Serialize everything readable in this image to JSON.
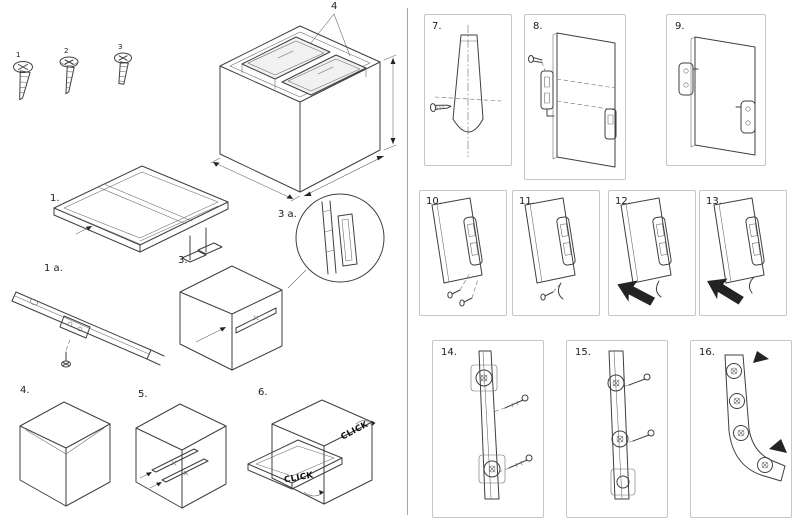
{
  "sheet": {
    "background": "#ffffff",
    "line_color": "#3f3f3f",
    "divider_color": "#a6a6a6"
  },
  "fasteners": {
    "items": [
      {
        "label": "1",
        "name": "countersunk-screw"
      },
      {
        "label": "2",
        "name": "pan-head-screw"
      },
      {
        "label": "3",
        "name": "euro-screw"
      }
    ]
  },
  "assembly": {
    "callout": "4"
  },
  "steps": {
    "s1": {
      "label": "1."
    },
    "s1a": {
      "label": "1 a."
    },
    "s3": {
      "label": "3."
    },
    "s3a": {
      "label": "3 a."
    },
    "s4": {
      "label": "4."
    },
    "s5": {
      "label": "5."
    },
    "s6": {
      "label": "6.",
      "click_top": "CLICK",
      "click_bottom": "CLICK"
    },
    "s7": {
      "label": "7."
    },
    "s8": {
      "label": "8."
    },
    "s9": {
      "label": "9."
    },
    "s10": {
      "label": "10."
    },
    "s11": {
      "label": "11."
    },
    "s12": {
      "label": "12."
    },
    "s13": {
      "label": "13."
    },
    "s14": {
      "label": "14."
    },
    "s15": {
      "label": "15."
    },
    "s16": {
      "label": "16."
    }
  }
}
